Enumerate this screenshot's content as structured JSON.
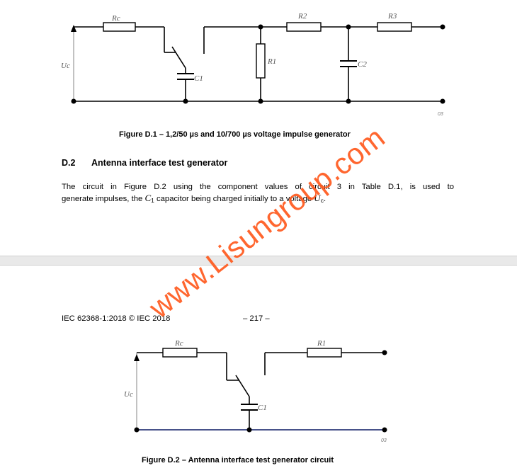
{
  "figure_d1": {
    "caption": "Figure D.1 – 1,2/50 µs and 10/700 µs voltage impulse generator",
    "labels": {
      "rc": "Rc",
      "uc": "Uc",
      "c1": "C1",
      "r1": "R1",
      "r2": "R2",
      "c2": "C2",
      "r3": "R3",
      "tag": "03"
    }
  },
  "section": {
    "number": "D.2",
    "title": "Antenna interface test generator",
    "line1": "The circuit in Figure D.2 using the component values of circuit 3 in Table D.1, is used to",
    "line2_a": "generate impulses, the ",
    "line2_c": "C",
    "line2_c_sub": "1",
    "line2_b": " capacitor being charged initially to a voltage ",
    "line2_u": "U",
    "line2_u_sub": "c",
    "line2_end": "."
  },
  "page_header": {
    "standard": "IEC 62368-1:2018 © IEC 2018",
    "page": "– 217 –"
  },
  "figure_d2": {
    "caption": "Figure D.2 – Antenna interface test generator circuit",
    "labels": {
      "rc": "Rc",
      "uc": "Uc",
      "c1": "C1",
      "r1": "R1",
      "tag": "03"
    }
  },
  "watermark": "www.Lisungroup.com"
}
